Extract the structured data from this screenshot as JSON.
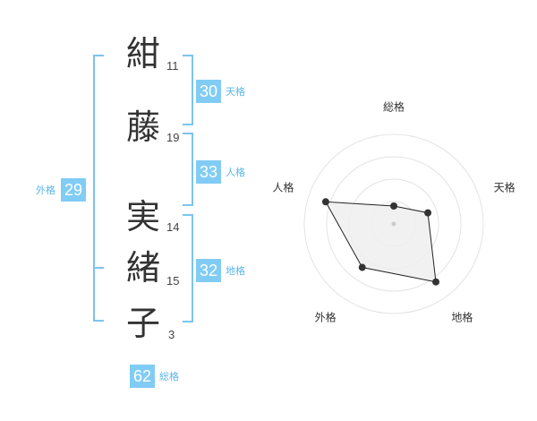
{
  "name": {
    "characters": [
      {
        "char": "紺",
        "strokes": "11"
      },
      {
        "char": "藤",
        "strokes": "19"
      },
      {
        "char": "実",
        "strokes": "14"
      },
      {
        "char": "緒",
        "strokes": "15"
      },
      {
        "char": "子",
        "strokes": "3"
      }
    ]
  },
  "fortunes": {
    "tenkaku": {
      "value": "30",
      "label": "天格"
    },
    "jinkaku": {
      "value": "33",
      "label": "人格"
    },
    "chikaku": {
      "value": "32",
      "label": "地格"
    },
    "gaikaku": {
      "value": "29",
      "label": "外格"
    },
    "soukaku": {
      "value": "62",
      "label": "総格"
    }
  },
  "colors": {
    "accent": "#81ccf5",
    "accent_text": "#5ab6ec",
    "bracket": "#7cc4f0",
    "radar_fill": "#eeeeee"
  },
  "chart_data": {
    "type": "radar",
    "axes": [
      "総格",
      "天格",
      "地格",
      "外格",
      "人格"
    ],
    "values": [
      1,
      2,
      4,
      3,
      4
    ],
    "max": 5,
    "rings": 4
  }
}
